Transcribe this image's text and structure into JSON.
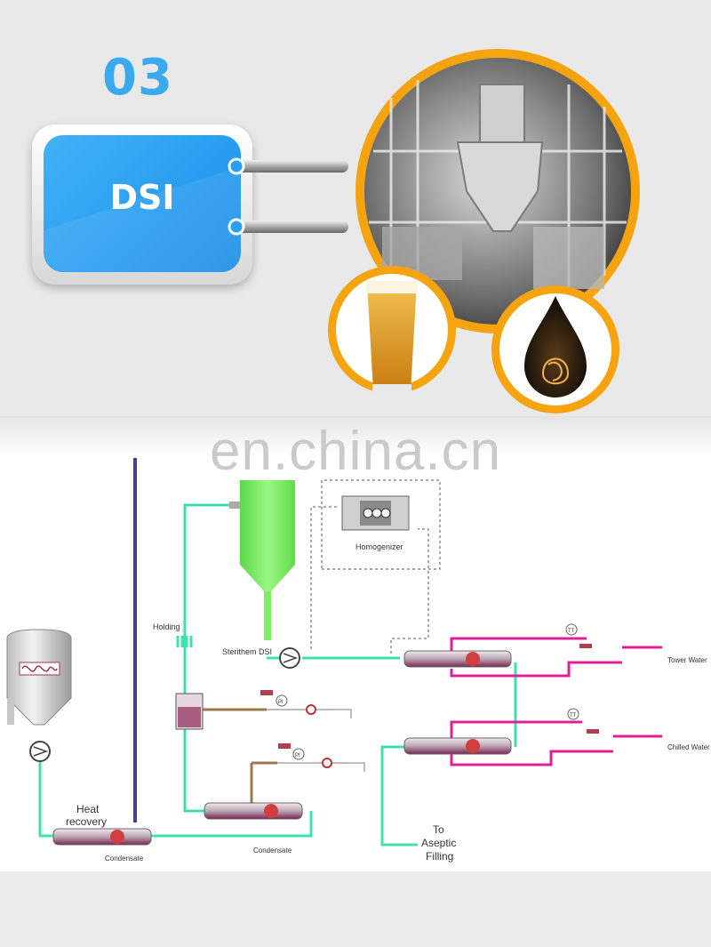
{
  "header": {
    "step_number": "03",
    "card_label": "DSI"
  },
  "watermark": "en.china.cn",
  "diagram": {
    "labels": {
      "homogenizer": "Homogenizer",
      "holding": "Holding",
      "sterilizer": "Sterithem DSI",
      "tower_water": "Tower Water",
      "chilled_water": "Chilled Water",
      "heat_recovery_1": "Heat",
      "heat_recovery_2": "recovery",
      "condensate_left": "Condensate",
      "condensate_mid": "Condensate",
      "aseptic_1": "To",
      "aseptic_2": "Aseptic",
      "aseptic_3": "Filling",
      "pi_1": "PI",
      "pi_2": "PI",
      "tt_1": "TT",
      "tt_2": "TT"
    }
  },
  "colors": {
    "accent_blue": "#3aa9ee",
    "orange_ring": "#f5a410",
    "product_line": "#3ee0b0",
    "cooling_line": "#e0209a",
    "steam_line": "#9a7a4a",
    "steam_column": "#4a3c8c",
    "vessel_green": "#7cf060"
  },
  "icons": [
    "connector-bar-icon",
    "plant-photo",
    "beer-glass-photo",
    "oil-drop-photo",
    "pump-icon",
    "valve-icon",
    "heat-exchanger-icon",
    "tank-icon"
  ]
}
